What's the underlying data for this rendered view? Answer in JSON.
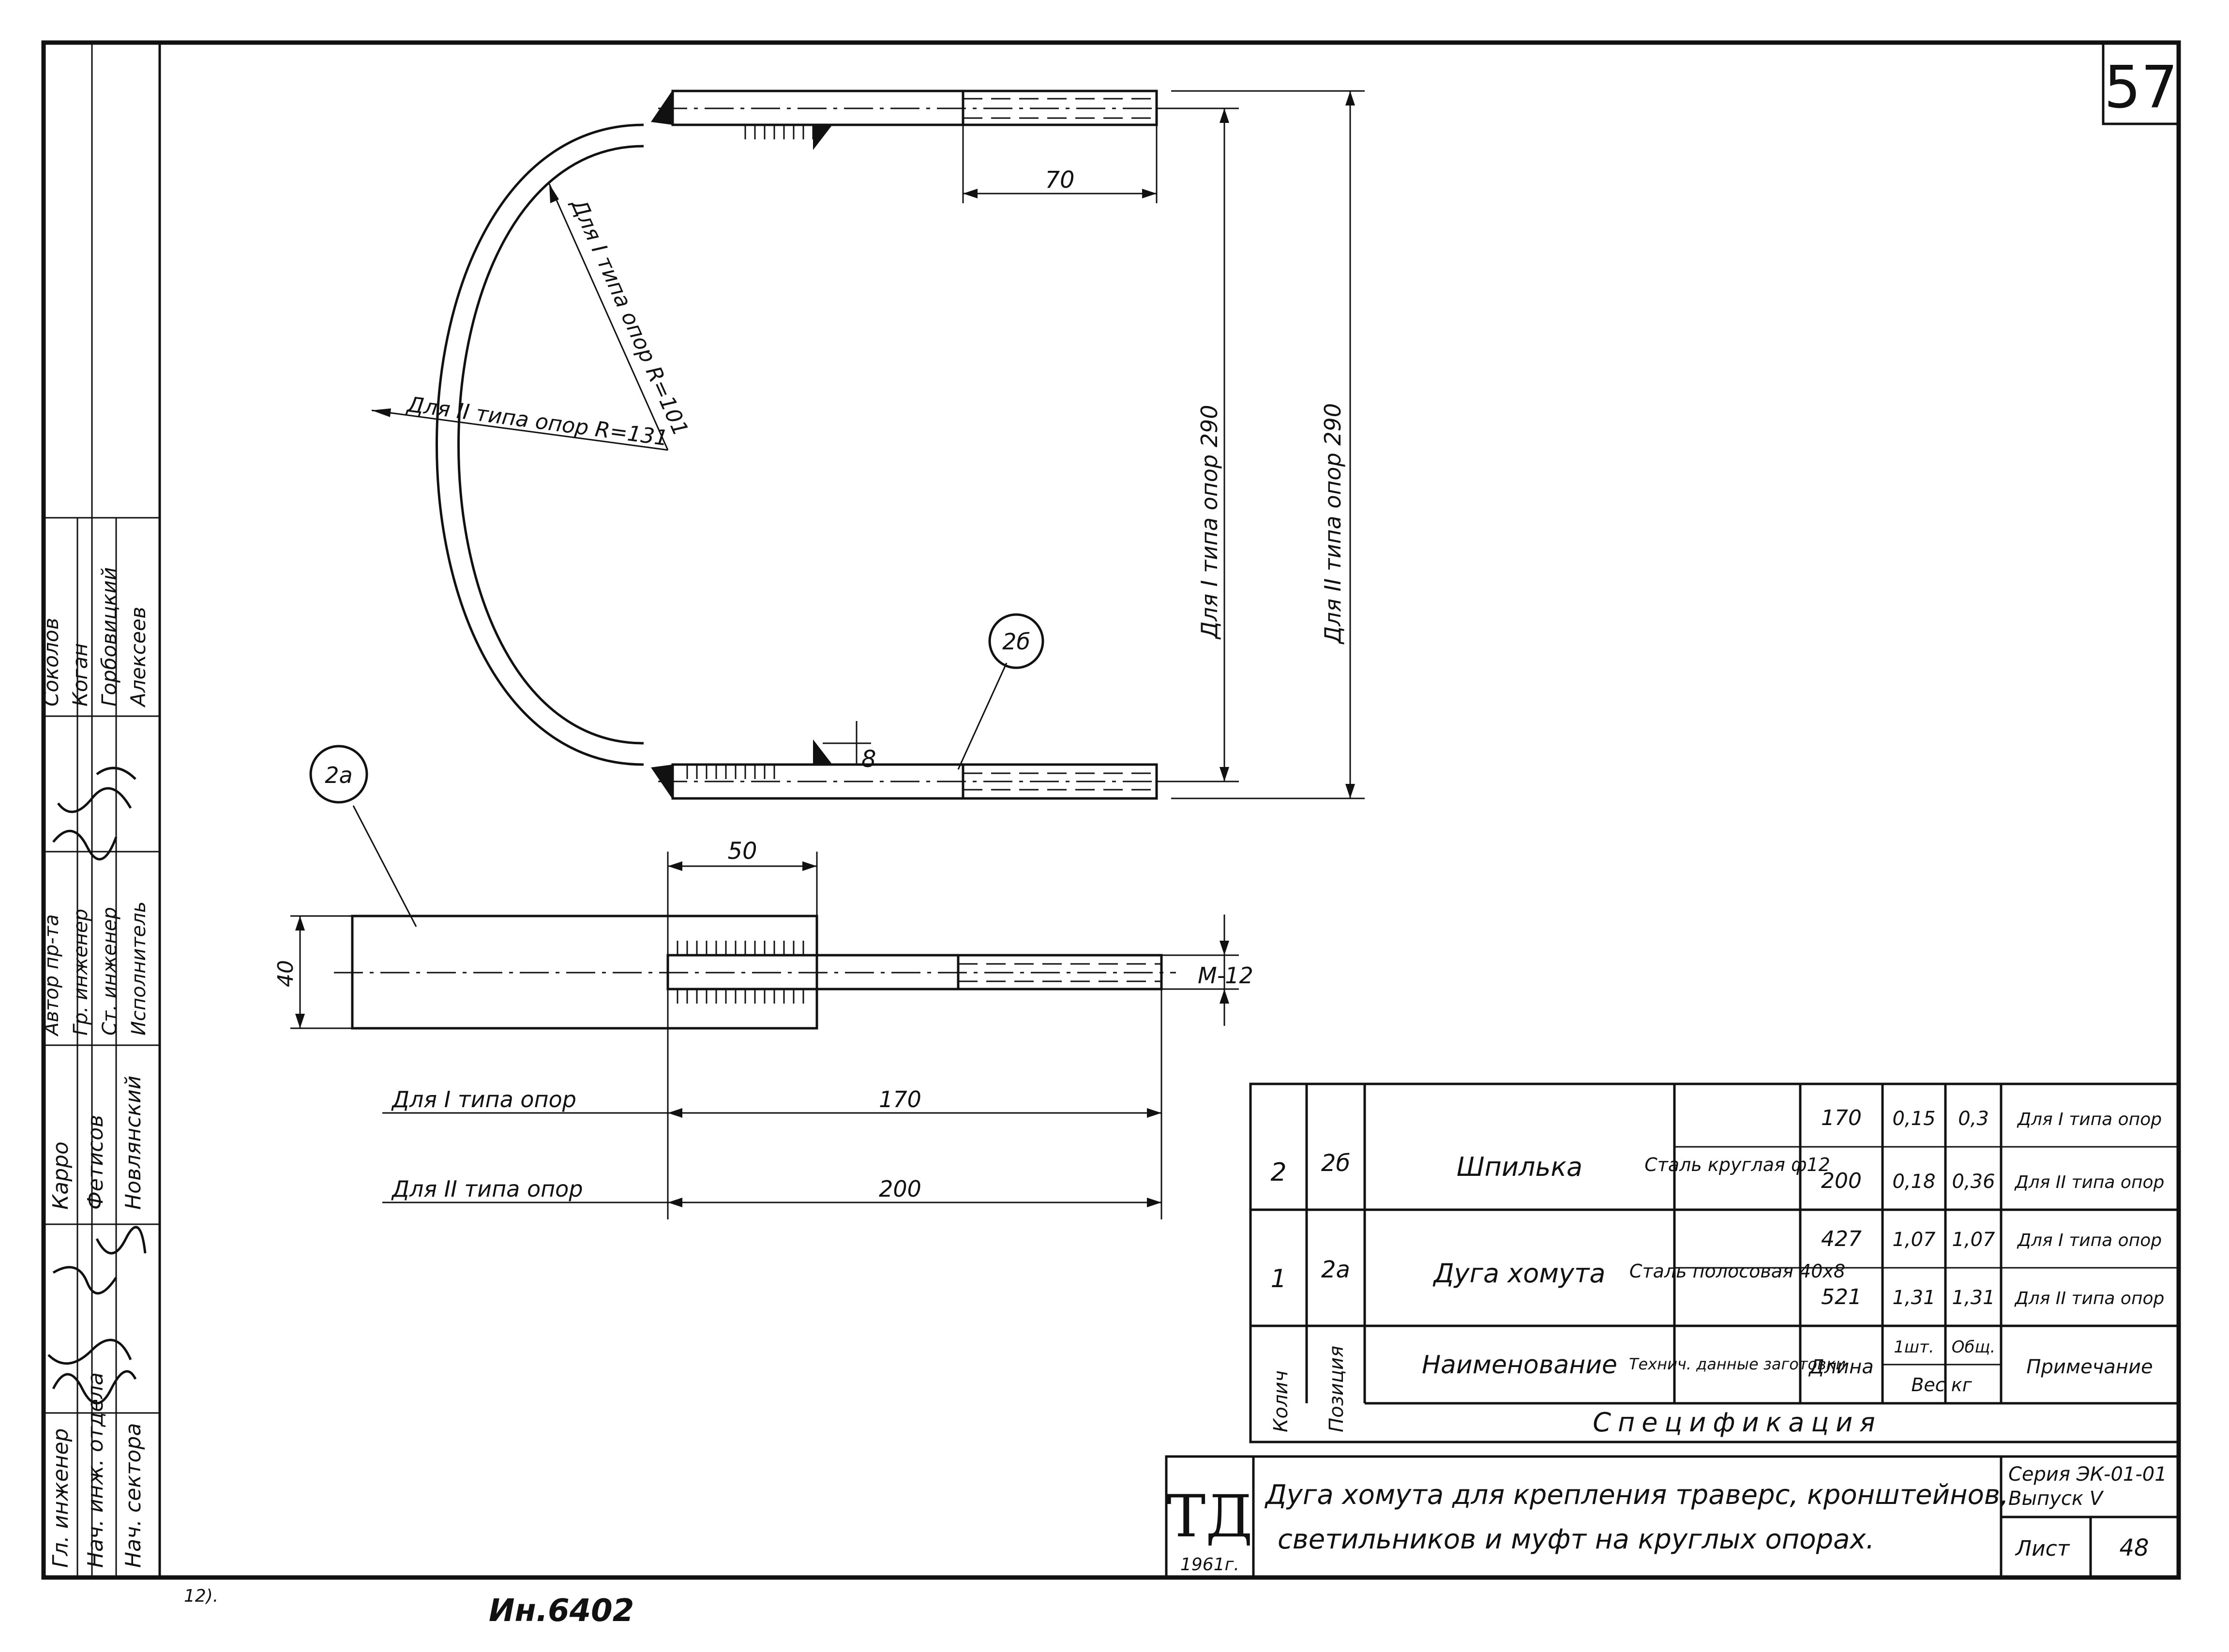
{
  "sheet_number": "57",
  "inventory_number": "Ин.6402",
  "corner_mark": "12).",
  "dims": {
    "thread_70": "70",
    "thickness_8": "8",
    "height_type1": "Для I типа опор 290",
    "height_type2": "Для II типа опор 290",
    "radius_type1": "Для I типа опор R=101",
    "radius_type2": "Для II типа опор R=131",
    "plate_50": "50",
    "plate_40": "40",
    "thread_m12": "М-12",
    "len_type1_label": "Для I типа опор",
    "len_type1_value": "170",
    "len_type2_label": "Для II типа опор",
    "len_type2_value": "200"
  },
  "callouts": {
    "b": "2б",
    "a": "2а"
  },
  "stamp": {
    "roles": [
      "Гл. инженер",
      "Нач. инж. отдела",
      "Нач. сектора"
    ],
    "names": [
      "Карро",
      "Фетисов",
      "Новлянский"
    ],
    "roles2": [
      "Автор пр-та",
      "Гр. инженер",
      "Ст. инженер",
      "Исполнитель"
    ],
    "names2": [
      "Соколов",
      "Коган",
      "Горбовицкий",
      "Алексеев"
    ]
  },
  "spec_table": {
    "title": "Спецификация",
    "headers": {
      "qty": "Колич",
      "pos": "Позиция",
      "name": "Наименование",
      "tech": "Технич. данные заготовки",
      "length": "Длина",
      "w_unit": "1шт.",
      "w_total": "Общ.",
      "weight": "Вес кг",
      "note": "Примечание"
    },
    "rows": [
      {
        "qty": "2",
        "pos": "2б",
        "name": "Шпилька",
        "tech": "Сталь круглая ф12",
        "sub": [
          {
            "length": "170",
            "unit": "0,15",
            "total": "0,3",
            "note": "Для I типа опор"
          },
          {
            "length": "200",
            "unit": "0,18",
            "total": "0,36",
            "note": "Для II типа опор"
          }
        ]
      },
      {
        "qty": "1",
        "pos": "2а",
        "name": "Дуга хомута",
        "tech": "Сталь полосовая 40х8",
        "sub": [
          {
            "length": "427",
            "unit": "1,07",
            "total": "1,07",
            "note": "Для I типа опор"
          },
          {
            "length": "521",
            "unit": "1,31",
            "total": "1,31",
            "note": "Для II типа опор"
          }
        ]
      }
    ]
  },
  "title_block": {
    "logo": "ТД",
    "year": "1961г.",
    "description_line1": "Дуга хомута для крепления траверс, кронштейнов,",
    "description_line2": "светильников и муфт на круглых опорах.",
    "series": "Серия ЭК-01-01",
    "issue": "Выпуск V",
    "sheet_label": "Лист",
    "sheet_value": "48"
  }
}
